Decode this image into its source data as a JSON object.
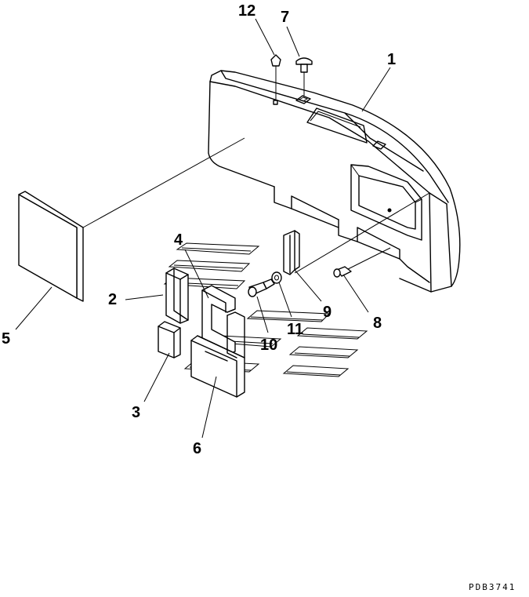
{
  "diagram": {
    "labels": {
      "p1": "1",
      "p2": "2",
      "p3": "3",
      "p4": "4",
      "p5": "5",
      "p6": "6",
      "p7": "7",
      "p8": "8",
      "p9": "9",
      "p10": "10",
      "p11": "11",
      "p12": "12"
    },
    "drawing_code": "PDB3741"
  }
}
